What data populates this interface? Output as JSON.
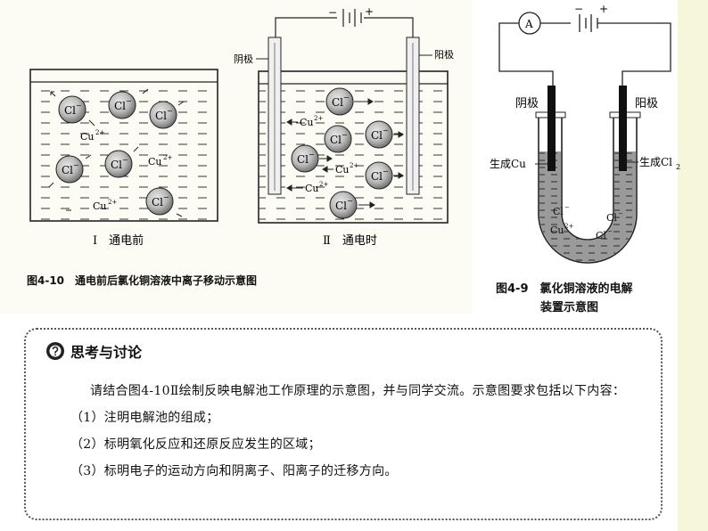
{
  "figure_410": {
    "cathode": "阴极",
    "anode": "阳极",
    "minus": "−",
    "plus": "+",
    "cl_label": "Cl",
    "cl_sup": "−",
    "cu_label": "Cu",
    "cu_sup": "2+",
    "sub1": "Ⅰ　通电前",
    "sub2": "Ⅱ　通电时",
    "caption": "图4-10　通电前后氯化铜溶液中离子移动示意图"
  },
  "figure_49": {
    "ammeter": "A",
    "minus": "−",
    "plus": "+",
    "cathode": "阴极",
    "anode": "阳极",
    "product_cathode": "生成Cu",
    "product_anode_main": "生成Cl",
    "product_anode_sub": "2",
    "ion_cl": "Cl",
    "ion_cl_sup": "−",
    "ion_cu": "Cu",
    "ion_cu_sup": "2+",
    "caption_line1": "图4-9　氯化铜溶液的电解",
    "caption_line2": "装置示意图"
  },
  "discussion": {
    "title": "思考与讨论",
    "intro": "请结合图4-10Ⅱ绘制反映电解池工作原理的示意图，并与同学交流。示意图要求包括以下内容：",
    "items": [
      "（1）注明电解池的组成；",
      "（2）标明氧化反应和还原反应发生的区域；",
      "（3）标明电子的运动方向和阴离子、阳离子的迁移方向。"
    ]
  }
}
